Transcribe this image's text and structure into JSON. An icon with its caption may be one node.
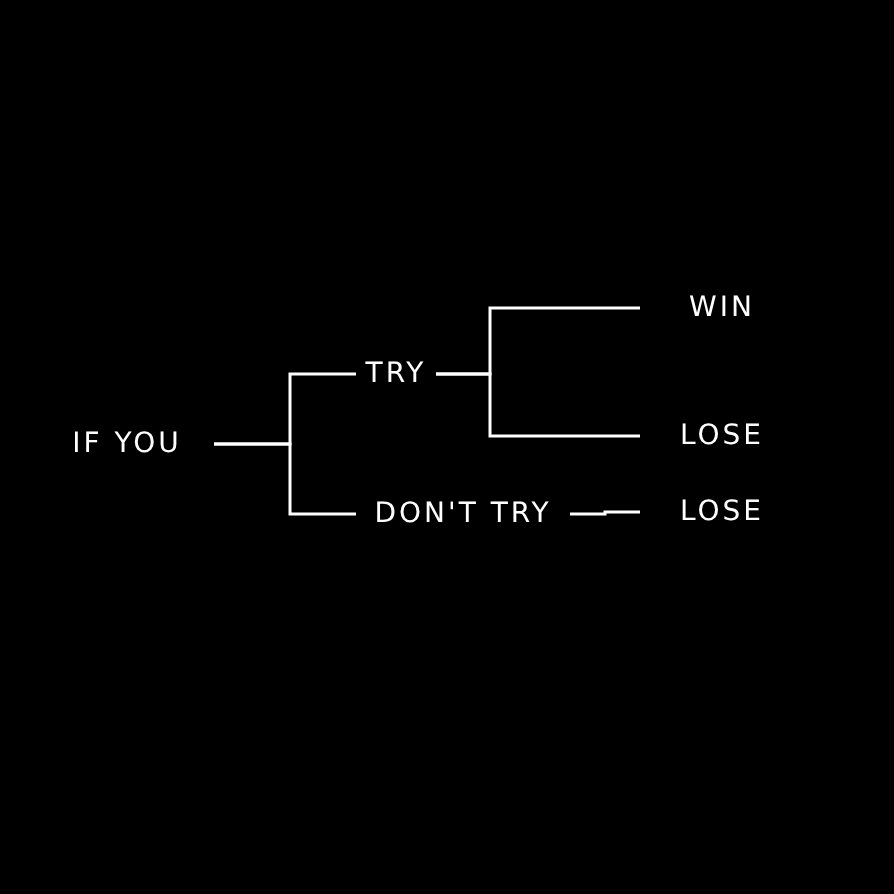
{
  "diagram": {
    "nodes": [
      {
        "text": [
          "IF YOU"
        ]
      },
      {
        "text": [
          "TRY"
        ]
      },
      {
        "text": [
          "DON'T TRY"
        ]
      },
      {
        "text": [
          "WIN"
        ]
      },
      {
        "text": [
          "LOSE"
        ]
      },
      {
        "text": [
          "LOSE"
        ]
      }
    ],
    "edges": [
      {
        "from": 0,
        "to": 1,
        "arrow": "none"
      },
      {
        "from": 0,
        "to": 2,
        "arrow": "none"
      },
      {
        "from": 1,
        "to": 3,
        "arrow": "none"
      },
      {
        "from": 1,
        "to": 4,
        "arrow": "none"
      },
      {
        "from": 2,
        "to": 5,
        "arrow": "none"
      }
    ]
  }
}
